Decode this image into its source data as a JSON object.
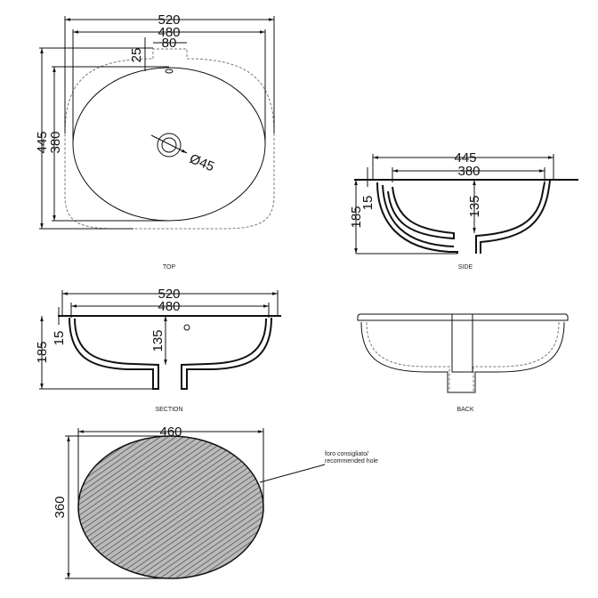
{
  "views": {
    "top": {
      "label": "TOP",
      "dims": {
        "overall_width": "520",
        "inner_width": "480",
        "tap_width": "80",
        "tap_depth": "25",
        "overall_depth": "445",
        "inner_depth": "380",
        "drain": "Ø45"
      }
    },
    "side": {
      "label": "SIDE",
      "dims": {
        "overall_width": "445",
        "inner_width": "380",
        "bowl_depth": "135",
        "overall_height": "185",
        "rim": "15"
      }
    },
    "section": {
      "label": "SECTION",
      "dims": {
        "overall_width": "520",
        "inner_width": "480",
        "bowl_depth": "135",
        "overall_height": "185",
        "rim": "15"
      }
    },
    "back": {
      "label": "BACK"
    },
    "cutout": {
      "dims": {
        "width": "460",
        "depth": "360"
      },
      "note_line1": "foro consigliato/",
      "note_line2": "recommended hole"
    }
  }
}
